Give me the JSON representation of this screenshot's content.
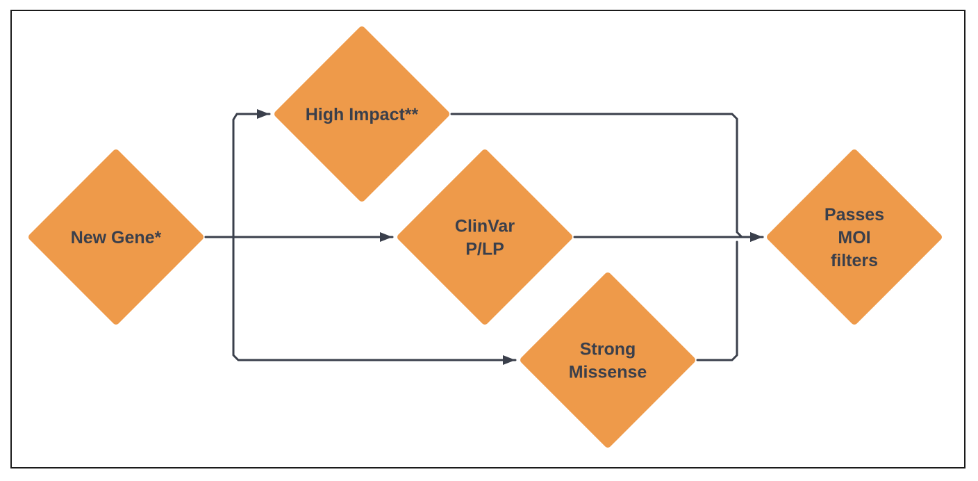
{
  "diagram": {
    "type": "flowchart",
    "node_color": "#ee9a4a",
    "text_color": "#3a3f4b",
    "line_color": "#3a3f4b",
    "border_color": "#1a1a1a",
    "nodes": [
      {
        "id": "new-gene",
        "shape": "diamond",
        "lines": [
          "New Gene*"
        ]
      },
      {
        "id": "high-impact",
        "shape": "diamond",
        "lines": [
          "High Impact**"
        ]
      },
      {
        "id": "clinvar",
        "shape": "diamond",
        "lines": [
          "ClinVar",
          "P/LP"
        ]
      },
      {
        "id": "strong-missense",
        "shape": "diamond",
        "lines": [
          "Strong",
          "Missense"
        ]
      },
      {
        "id": "passes-moi",
        "shape": "diamond",
        "lines": [
          "Passes",
          "MOI",
          "filters"
        ]
      }
    ],
    "edges": [
      {
        "from": "new-gene",
        "to": "high-impact"
      },
      {
        "from": "new-gene",
        "to": "clinvar"
      },
      {
        "from": "new-gene",
        "to": "strong-missense"
      },
      {
        "from": "high-impact",
        "to": "passes-moi"
      },
      {
        "from": "clinvar",
        "to": "passes-moi"
      },
      {
        "from": "strong-missense",
        "to": "passes-moi"
      }
    ]
  }
}
